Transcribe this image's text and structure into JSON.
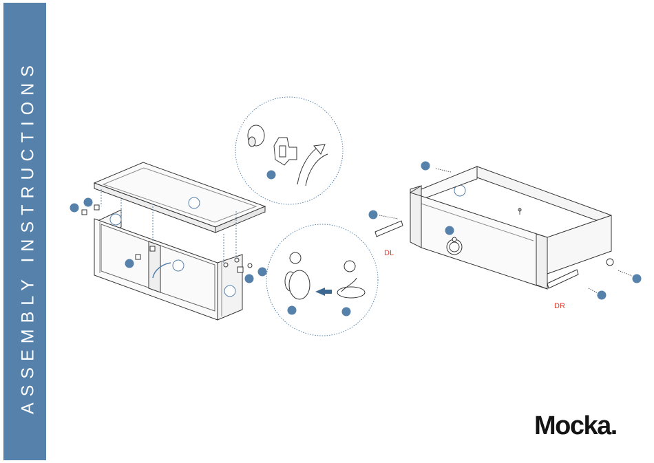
{
  "sidebar": {
    "title": "ASSEMBLY INSTRUCTIONS",
    "color": "#5581ab"
  },
  "brand": {
    "logo": "Mocka."
  },
  "drawer_labels": {
    "left": "DL",
    "right": "DR"
  },
  "colors": {
    "step_dot": "#5581ab",
    "part_label": "#e53c2e",
    "line": "#333333"
  }
}
